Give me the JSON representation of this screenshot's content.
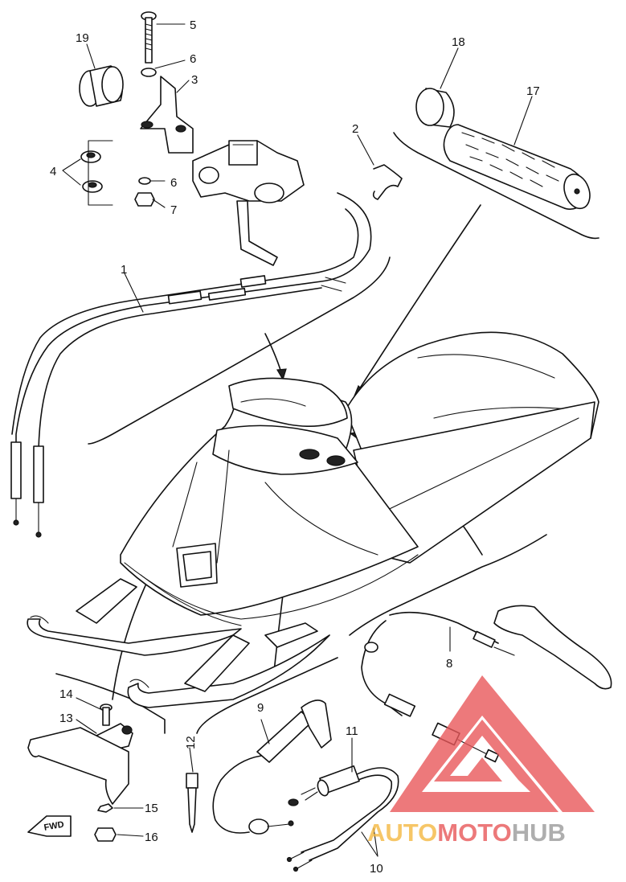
{
  "callouts": {
    "c1": "1",
    "c2": "2",
    "c3": "3",
    "c4": "4",
    "c5": "5",
    "c6a": "6",
    "c6b": "6",
    "c7": "7",
    "c8": "8",
    "c9": "9",
    "c10": "10",
    "c11": "11",
    "c12": "12",
    "c13": "13",
    "c14": "14",
    "c15": "15",
    "c16": "16",
    "c17": "17",
    "c18": "18",
    "c19": "19"
  },
  "fwd_label": "FWD",
  "watermark": {
    "part1": "AUTO",
    "part2": "MOTO",
    "part3": "HUB",
    "colors": {
      "auto": "#f5b942",
      "moto": "#e8585a",
      "hub": "#9a9a9a",
      "triangle": "#e8585a"
    }
  }
}
